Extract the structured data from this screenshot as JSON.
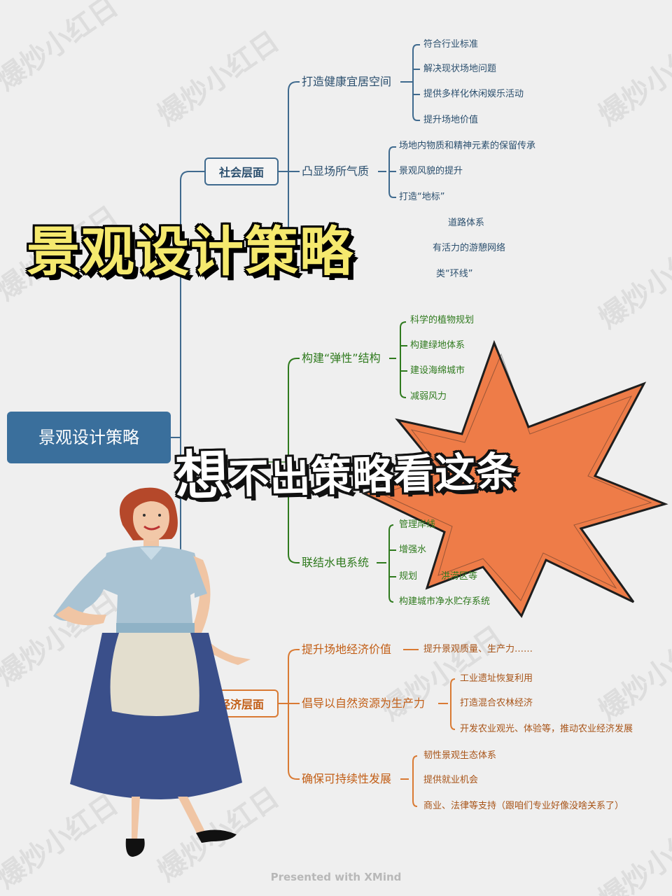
{
  "title": "景观设计策略",
  "subtitle": {
    "first": "想",
    "rest": "不出策略看这条"
  },
  "root": "景观设计策略",
  "watermark": "爆炒小红日",
  "footer": "Presented with XMind",
  "colors": {
    "blue": "#3a6f9c",
    "green": "#2f7a1e",
    "orange": "#d97a33",
    "starburst": "#ee7c48"
  },
  "mindmap": {
    "social": {
      "label": "社会层面",
      "branches": [
        {
          "label": "打造健康宜居空间",
          "leaves": [
            "符合行业标准",
            "解决现状场地问题",
            "提供多样化休闲娱乐活动",
            "提升场地价值"
          ]
        },
        {
          "label": "凸显场所气质",
          "leaves": [
            "场地内物质和精神元素的保留传承",
            "景观风貌的提升",
            "打造“地标”"
          ]
        },
        {
          "label": "",
          "leaves": [
            "道路体系",
            "有活力的游憩网络",
            "类“环线”"
          ]
        }
      ]
    },
    "ecology": {
      "branches": [
        {
          "label": "构建“弹性”结构",
          "leaves": [
            "科学的植物规划",
            "构建绿地体系",
            "建设海绵城市",
            "减弱风力"
          ]
        },
        {
          "label": "联结水电系统",
          "leaves": [
            "管理岸线",
            "增强水",
            "规划",
            "洪涝区等",
            "构建城市净水贮存系统"
          ]
        }
      ]
    },
    "economy": {
      "label": "经济层面",
      "branches": [
        {
          "label": "提升场地经济价值",
          "leaves": [
            "提升景观质量、生产力……"
          ]
        },
        {
          "label": "倡导以自然资源为生产力",
          "leaves": [
            "工业遗址恢复利用",
            "打造混合农林经济",
            "开发农业观光、体验等，推动农业经济发展"
          ]
        },
        {
          "label": "确保可持续性发展",
          "leaves": [
            "韧性景观生态体系",
            "提供就业机会",
            "商业、法律等支持（跟咱们专业好像没啥关系了）"
          ]
        }
      ]
    }
  }
}
